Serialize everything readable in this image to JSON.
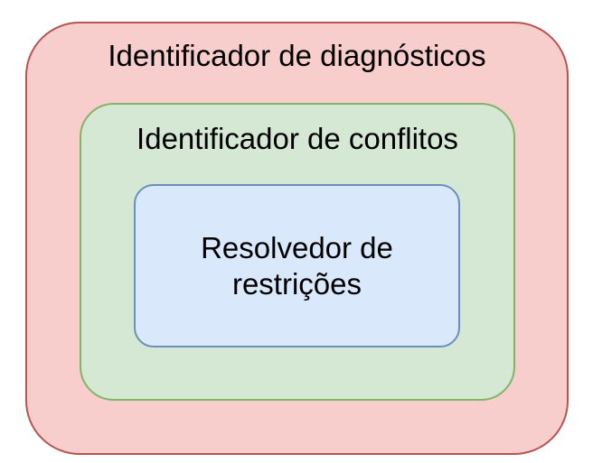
{
  "diagram": {
    "outer": {
      "label": "Identificador de diagnósticos",
      "fill": "#f8cecc",
      "stroke": "#b85450"
    },
    "middle": {
      "label": "Identificador de conflitos",
      "fill": "#d5e8d4",
      "stroke": "#82b366"
    },
    "inner": {
      "label": "Resolvedor de restrições",
      "fill": "#dae8fc",
      "stroke": "#6c8ebf"
    }
  }
}
